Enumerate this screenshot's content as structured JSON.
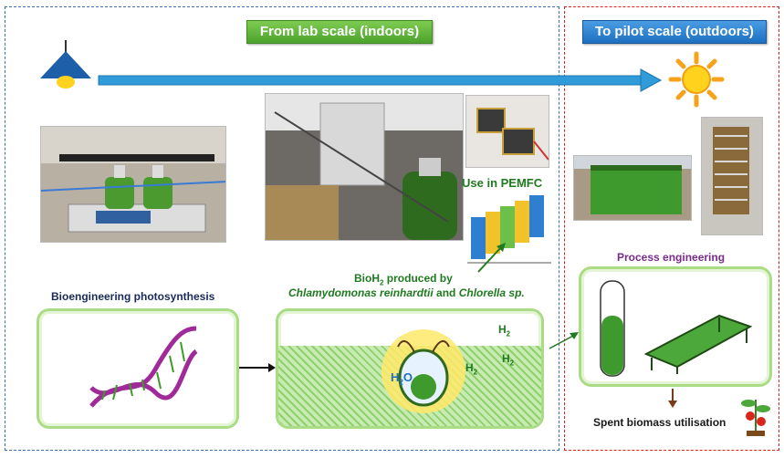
{
  "banners": {
    "lab": "From lab scale (indoors)",
    "pilot": "To pilot scale (outdoors)"
  },
  "labels": {
    "pemfc": "Use in PEMFC",
    "bioh2_prefix": "BioH",
    "bioh2_sub": "2",
    "bioh2_suffix": " produced by",
    "species_1": "Chlamydomonas reinhardtii",
    "species_and": " and ",
    "species_2": "Chlorella sp.",
    "bioengineering": "Bioengineering photosynthesis",
    "process": "Process engineering",
    "spent": "Spent biomass utilisation"
  },
  "chem": {
    "h2_top": "H",
    "h2_top_sub": "2",
    "h2_right": "H",
    "h2_right_sub": "2",
    "h2_cell": "H",
    "h2_cell_sub": "2",
    "h2o": "H",
    "h2o_sub": "2",
    "h2o_o": "O"
  },
  "colors": {
    "lab_banner": "#5aad36",
    "pilot_banner": "#2a7fd0",
    "lab_frame": "#3e6fb0",
    "pilot_frame": "#e02020",
    "algae_green": "#3f9a2e",
    "panel_border": "#a9dc84",
    "process_label": "#7a2a8a"
  },
  "icons": [
    "lamp-icon",
    "sun-icon",
    "timeline-arrow",
    "dna-helix",
    "algae-cell",
    "test-tube",
    "raceway-pond",
    "tomato-plant"
  ]
}
